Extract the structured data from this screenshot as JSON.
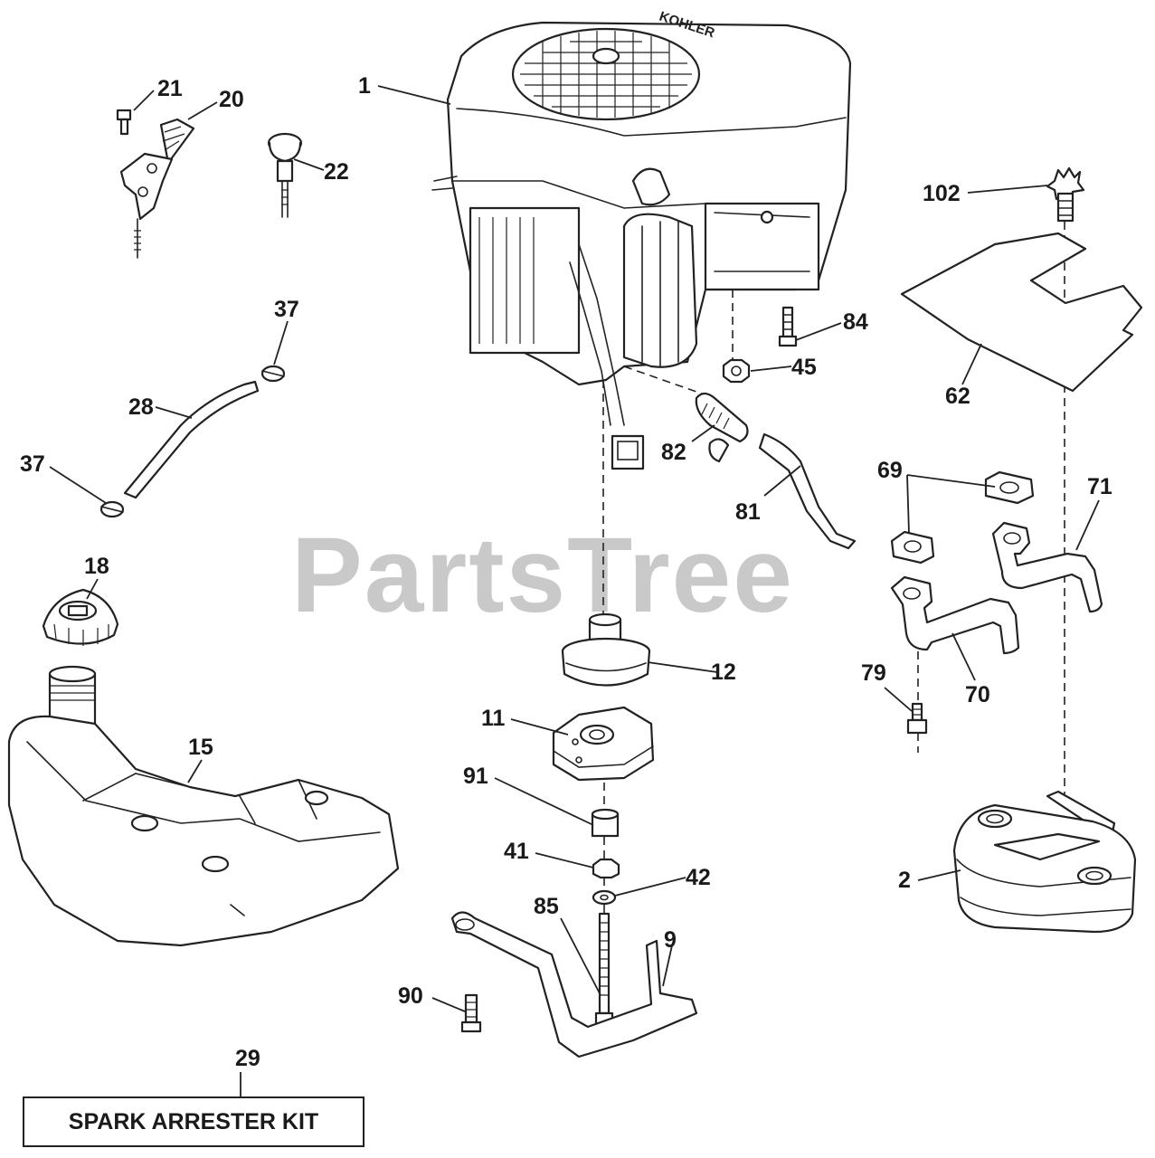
{
  "watermark": {
    "text": "PartsTree",
    "color": "#c9c9c9"
  },
  "engine_brand": "KOHLER",
  "callouts": {
    "c1": "1",
    "c2": "2",
    "c9": "9",
    "c11": "11",
    "c12": "12",
    "c15": "15",
    "c18": "18",
    "c20": "20",
    "c21": "21",
    "c22": "22",
    "c28": "28",
    "c29": "29",
    "c37a": "37",
    "c37b": "37",
    "c41": "41",
    "c42": "42",
    "c45": "45",
    "c62": "62",
    "c69": "69",
    "c70": "70",
    "c71": "71",
    "c79": "79",
    "c81": "81",
    "c82": "82",
    "c84": "84",
    "c85": "85",
    "c90": "90",
    "c91": "91",
    "c102": "102"
  },
  "kit": {
    "label": "SPARK ARRESTER KIT"
  },
  "colors": {
    "line": "#222222",
    "background": "#ffffff"
  }
}
